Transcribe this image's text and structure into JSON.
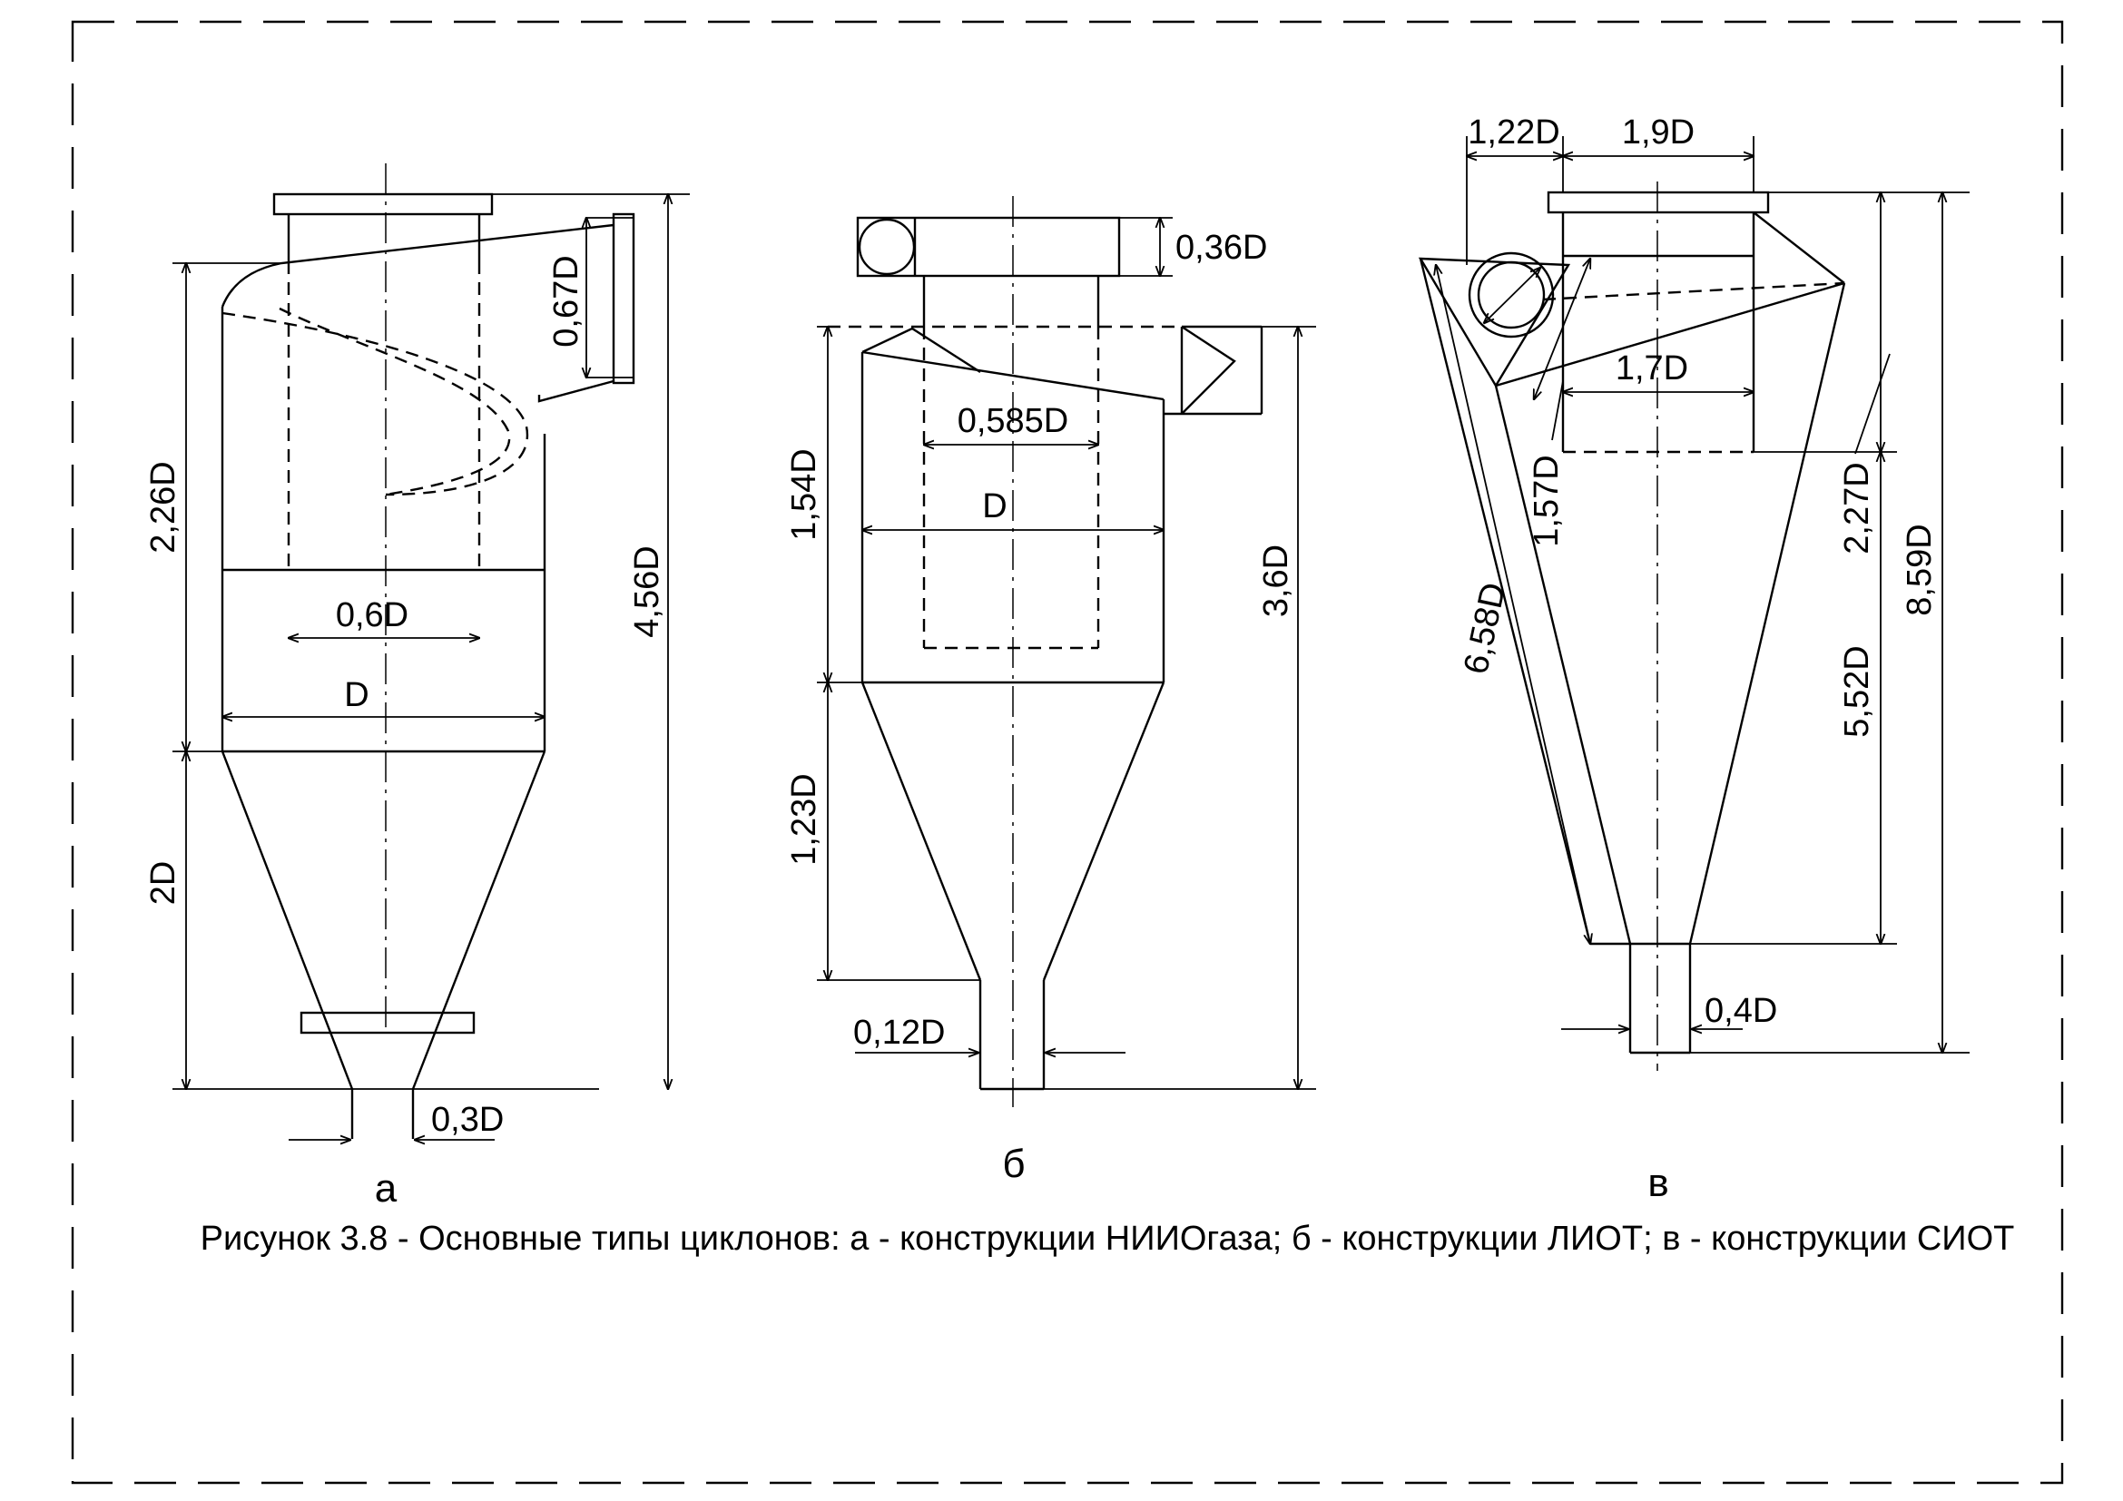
{
  "figure": {
    "caption": "Рисунок 3.8 - Основные типы циклонов: а - конструкции НИИОгаза; б - конструкции ЛИОТ; в - конструкции СИОТ"
  },
  "cyclones": {
    "a": {
      "label": "а",
      "dims": {
        "height_total": "4,56D",
        "body_height": "2,26D",
        "cone_height": "2D",
        "inlet_height": "0,67D",
        "exhaust_pipe": "0,6D",
        "diameter": "D",
        "dust_outlet": "0,3D"
      }
    },
    "b": {
      "label": "б",
      "dims": {
        "header": "0,36D",
        "body_height": "1,54D",
        "exhaust_pipe": "0,585D",
        "diameter": "D",
        "height_total": "3,6D",
        "cone_height": "1,23D",
        "dust_outlet": "0,12D"
      }
    },
    "c": {
      "label": "в",
      "dims": {
        "inlet_offset": "1,22D",
        "flange_width": "1,9D",
        "exhaust_pipe": "1,7D",
        "inlet_diameter": "1,57D",
        "side_length": "6,58D",
        "upper_height": "2,27D",
        "lower_height": "5,52D",
        "height_total": "8,59D",
        "dust_outlet": "0,4D"
      }
    }
  }
}
